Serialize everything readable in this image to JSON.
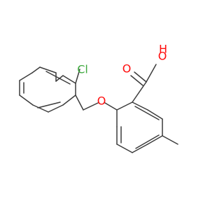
{
  "molecule": {
    "atoms": [
      {
        "id": "Cl",
        "label": "Cl",
        "color": "#3fa93f"
      },
      {
        "id": "O_ether",
        "label": "O",
        "color": "#ff0d0d"
      },
      {
        "id": "O_carbonyl",
        "label": "O",
        "color": "#ff0d0d"
      },
      {
        "id": "O_hydroxyl",
        "label": "O",
        "color": "#ff0d0d"
      },
      {
        "id": "H_hydroxyl",
        "label": "H",
        "color": "#ff0d0d"
      }
    ],
    "bond_color": "#3c3c3c"
  }
}
